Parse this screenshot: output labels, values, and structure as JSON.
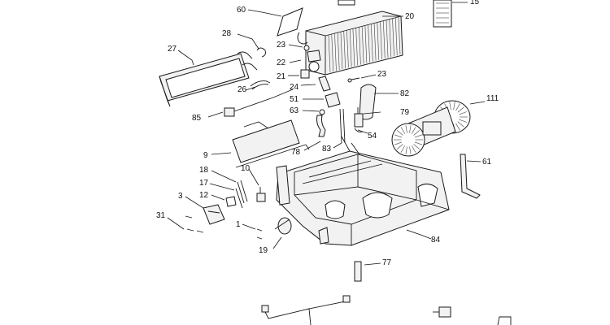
{
  "callouts": [
    {
      "id": "c15",
      "text": "15"
    },
    {
      "id": "c60",
      "text": "60"
    },
    {
      "id": "c20",
      "text": "20"
    },
    {
      "id": "c28",
      "text": "28"
    },
    {
      "id": "c23a",
      "text": "23"
    },
    {
      "id": "c27",
      "text": "27"
    },
    {
      "id": "c22",
      "text": "22"
    },
    {
      "id": "c21",
      "text": "21"
    },
    {
      "id": "c23b",
      "text": "23"
    },
    {
      "id": "c26",
      "text": "26"
    },
    {
      "id": "c24",
      "text": "24"
    },
    {
      "id": "c82",
      "text": "82"
    },
    {
      "id": "c51",
      "text": "51"
    },
    {
      "id": "c111",
      "text": "111"
    },
    {
      "id": "c63",
      "text": "63"
    },
    {
      "id": "c79",
      "text": "79"
    },
    {
      "id": "c85",
      "text": "85"
    },
    {
      "id": "c54",
      "text": "54"
    },
    {
      "id": "c78",
      "text": "78"
    },
    {
      "id": "c83",
      "text": "83"
    },
    {
      "id": "c9",
      "text": "9"
    },
    {
      "id": "c61",
      "text": "61"
    },
    {
      "id": "c18",
      "text": "18"
    },
    {
      "id": "c10",
      "text": "10"
    },
    {
      "id": "c17",
      "text": "17"
    },
    {
      "id": "c3",
      "text": "3"
    },
    {
      "id": "c12",
      "text": "12"
    },
    {
      "id": "c31",
      "text": "31"
    },
    {
      "id": "c1",
      "text": "1"
    },
    {
      "id": "c84",
      "text": "84"
    },
    {
      "id": "c19",
      "text": "19"
    },
    {
      "id": "c77",
      "text": "77"
    }
  ]
}
